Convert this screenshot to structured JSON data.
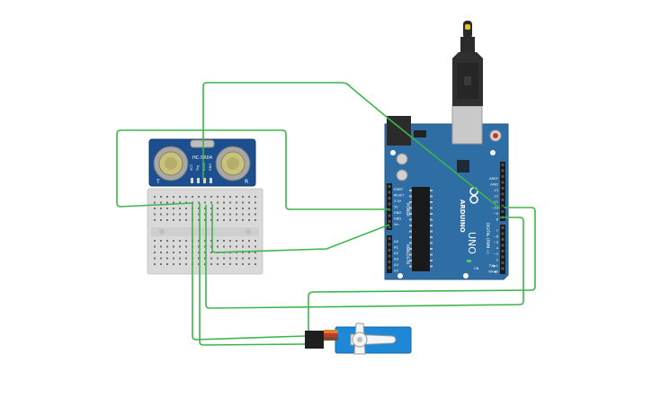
{
  "sensor": {
    "model": "HC-SR04",
    "pin_labels": [
      "VCC",
      "Trig",
      "Echo",
      "GND"
    ],
    "side_left": "T",
    "side_right": "R"
  },
  "arduino": {
    "brand": "ARDUINO",
    "model": "UNO",
    "power_header_labels": [
      "IOREF",
      "RESET",
      "3.3V",
      "5V",
      "GND",
      "GND",
      "Vin"
    ],
    "power_label": "POWER",
    "analog_header_labels": [
      "A0",
      "A1",
      "A2",
      "A3",
      "A4",
      "A5"
    ],
    "analog_label": "ANALOG IN",
    "digital_top_labels": [
      "AREF",
      "GND",
      "13",
      "12",
      "~11",
      "~10",
      "~9",
      "8"
    ],
    "digital_bottom_labels": [
      "7",
      "~6",
      "~5",
      "4",
      "~3",
      "2",
      "TX▶1",
      "RX◀0"
    ],
    "digital_label": "DIGITAL (PWM ~)",
    "on_label": "ON"
  },
  "colors": {
    "wire": "#3cb54a",
    "board": "#2f6ea4",
    "sensor_board": "#1c4f8f",
    "breadboard": "#d9d9d9",
    "servo": "#1e88d6",
    "usb": "#333333"
  }
}
